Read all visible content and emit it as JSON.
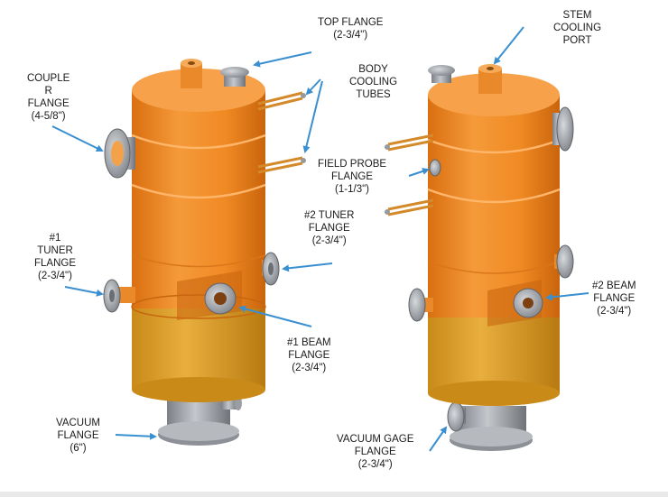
{
  "labels": {
    "top_flange": [
      "TOP FLANGE",
      "(2-3/4\")"
    ],
    "stem_cooling_port": [
      "STEM",
      "COOLING",
      "PORT"
    ],
    "coupler_flange": [
      "COUPLE",
      "R",
      "FLANGE",
      "(4-5/8\")"
    ],
    "body_cooling_tubes": [
      "BODY",
      "COOLING",
      "TUBES"
    ],
    "field_probe_flange": [
      "FIELD PROBE",
      "FLANGE",
      "(1-1/3\")"
    ],
    "tuner2_flange": [
      "#2 TUNER",
      "FLANGE",
      "(2-3/4\")"
    ],
    "tuner1_flange": [
      "#1",
      "TUNER",
      "FLANGE",
      "(2-3/4\")"
    ],
    "beam2_flange": [
      "#2 BEAM",
      "FLANGE",
      "(2-3/4\")"
    ],
    "beam1_flange": [
      "#1 BEAM",
      "FLANGE",
      "(2-3/4\")"
    ],
    "vacuum_flange": [
      "VACUUM",
      "FLANGE",
      "(6\")"
    ],
    "vacuum_gage_flange": [
      "VACUUM GAGE",
      "FLANGE",
      "(2-3/4\")"
    ]
  },
  "colors": {
    "body_orange": "#f08a24",
    "lower_gold": "#e2a22e",
    "steel": "#a9adb3",
    "arrow": "#3a8fd0",
    "tube_copper": "#d48a2a"
  }
}
